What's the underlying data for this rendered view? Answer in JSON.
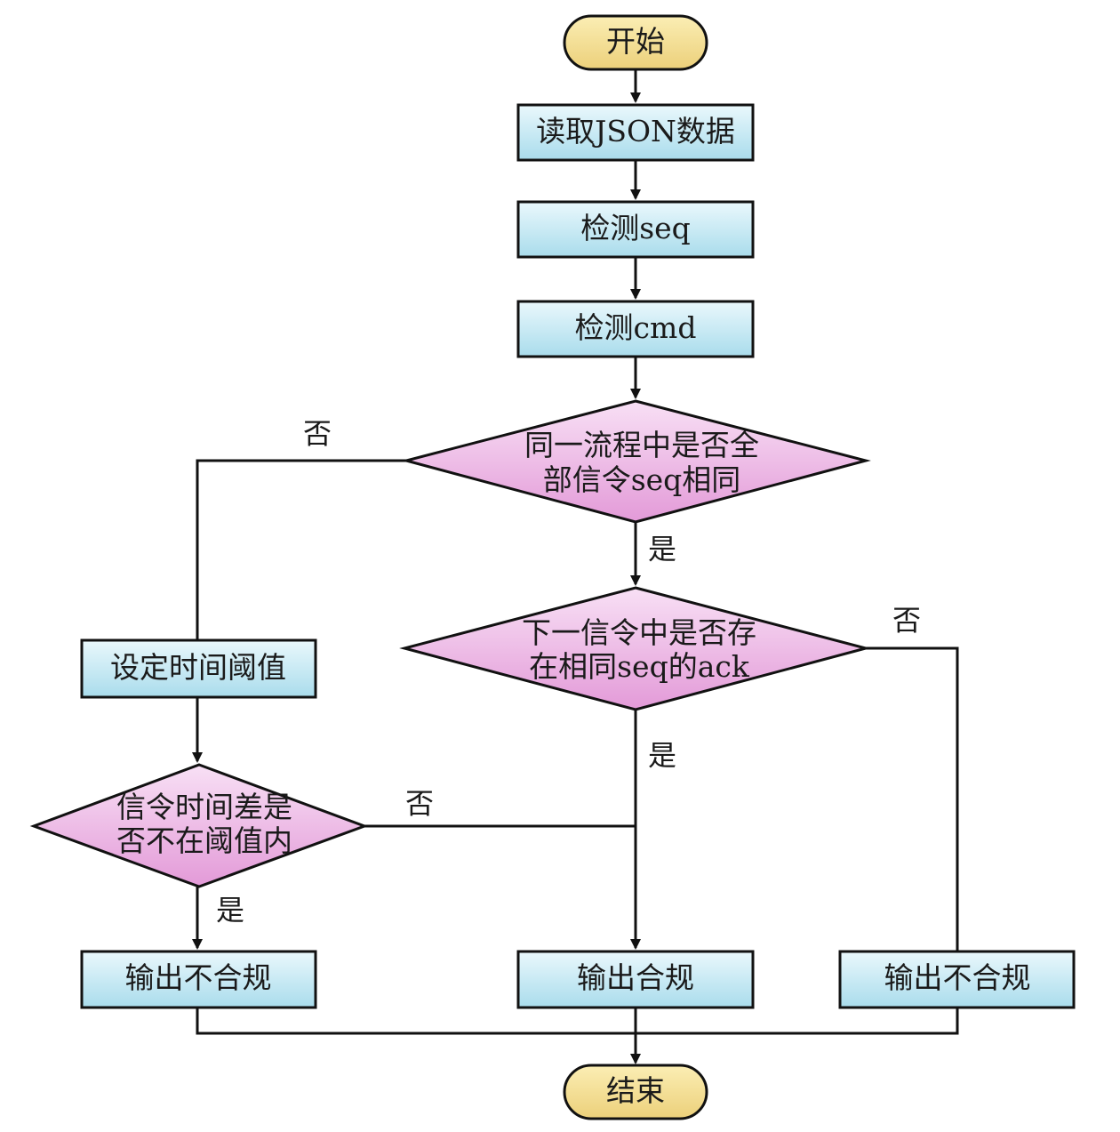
{
  "nodes": {
    "start": "开始",
    "read_json": "读取JSON数据",
    "check_seq": "检测seq",
    "check_cmd": "检测cmd",
    "decision_same_seq": [
      "同一流程中是否全",
      "部信令seq相同"
    ],
    "set_threshold": "设定时间阈值",
    "decision_next_ack": [
      "下一信令中是否存",
      "在相同seq的ack"
    ],
    "decision_time_diff": [
      "信令时间差是",
      "否不在阈值内"
    ],
    "output_noncompliant_left": "输出不合规",
    "output_compliant": "输出合规",
    "output_noncompliant_right": "输出不合规",
    "end": "结束"
  },
  "edges": {
    "same_seq_no": "否",
    "same_seq_yes": "是",
    "next_ack_no": "否",
    "next_ack_yes": "是",
    "time_diff_no": "否",
    "time_diff_yes": "是"
  },
  "colors": {
    "terminal_fill_top": "#fbeeb4",
    "terminal_fill_bottom": "#ecd07a",
    "process_fill_top": "#eaf8fc",
    "process_fill_bottom": "#a9dcec",
    "decision_fill_top": "#f8e0f5",
    "decision_fill_bottom": "#e39ad8",
    "line": "#111111"
  }
}
